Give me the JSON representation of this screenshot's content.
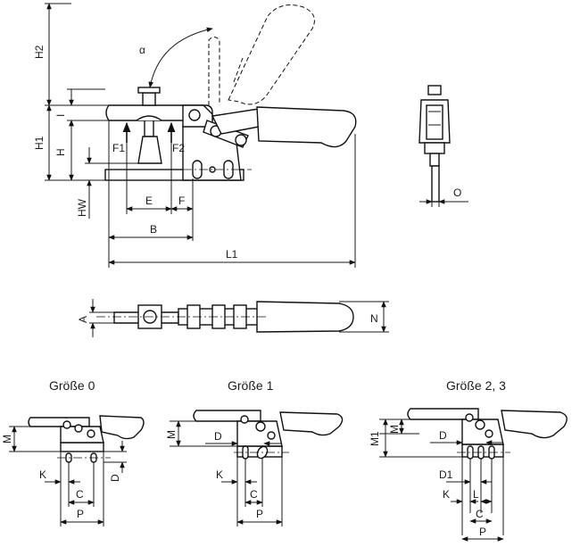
{
  "labels": {
    "h2": "H2",
    "h1": "H1",
    "h": "H",
    "i": "I",
    "hw": "HW",
    "alpha": "α",
    "f1": "F1",
    "f2": "F2",
    "e": "E",
    "f": "F",
    "b": "B",
    "l1": "L1",
    "o": "O",
    "a": "A",
    "n": "N"
  },
  "sizes": [
    {
      "title": "Größe 0",
      "m": "M",
      "k": "K",
      "c": "C",
      "p": "P",
      "d": "D"
    },
    {
      "title": "Größe 1",
      "m": "M",
      "d": "D",
      "k": "K",
      "c": "C",
      "p": "P"
    },
    {
      "title": "Größe 2, 3",
      "m1": "M1",
      "m": "M",
      "d": "D",
      "d1": "D1",
      "k": "K",
      "l": "L",
      "c": "C",
      "p": "P"
    }
  ]
}
